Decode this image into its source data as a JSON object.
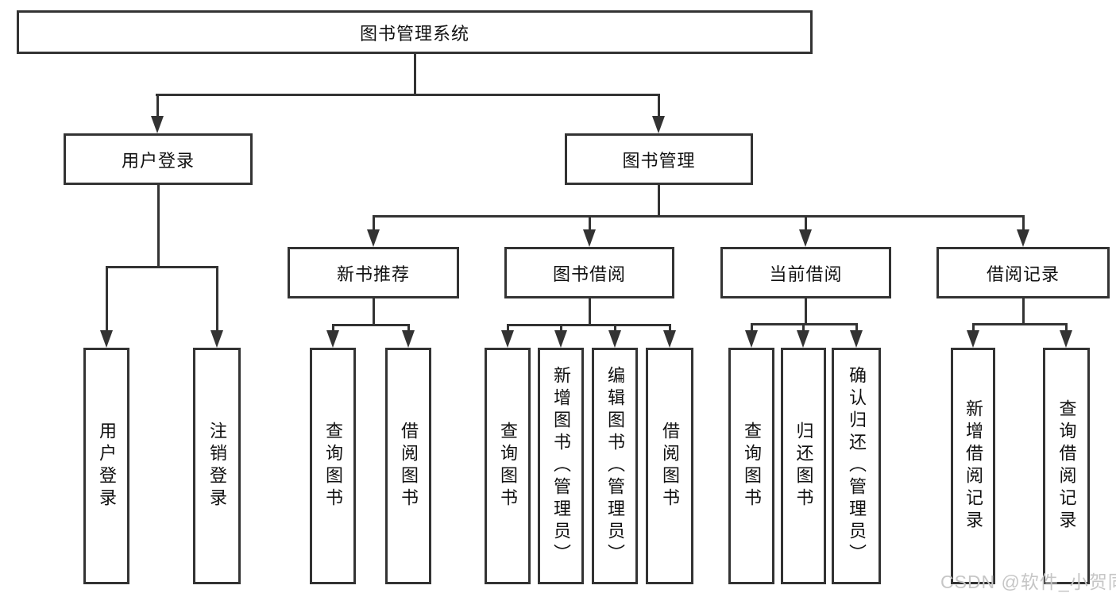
{
  "diagram_type": "hierarchy-tree",
  "tree": {
    "label": "图书管理系统",
    "children": [
      {
        "label": "用户登录",
        "children": [
          {
            "label": "用户登录"
          },
          {
            "label": "注销登录"
          }
        ]
      },
      {
        "label": "图书管理",
        "children": [
          {
            "label": "新书推荐",
            "children": [
              {
                "label": "查询图书"
              },
              {
                "label": "借阅图书"
              }
            ]
          },
          {
            "label": "图书借阅",
            "children": [
              {
                "label": "查询图书"
              },
              {
                "label": "新增图书（管理员）"
              },
              {
                "label": "编辑图书（管理员）"
              },
              {
                "label": "借阅图书"
              }
            ]
          },
          {
            "label": "当前借阅",
            "children": [
              {
                "label": "查询图书"
              },
              {
                "label": "归还图书"
              },
              {
                "label": "确认归还（管理员）"
              }
            ]
          },
          {
            "label": "借阅记录",
            "children": [
              {
                "label": "新增借阅记录"
              },
              {
                "label": "查询借阅记录"
              }
            ]
          }
        ]
      }
    ]
  },
  "watermark": "CSDN @软件_小贺同学",
  "colors": {
    "line": "#333333",
    "box_border": "#333333",
    "text": "#111111",
    "background": "#ffffff",
    "watermark": "#c6c6c6"
  }
}
